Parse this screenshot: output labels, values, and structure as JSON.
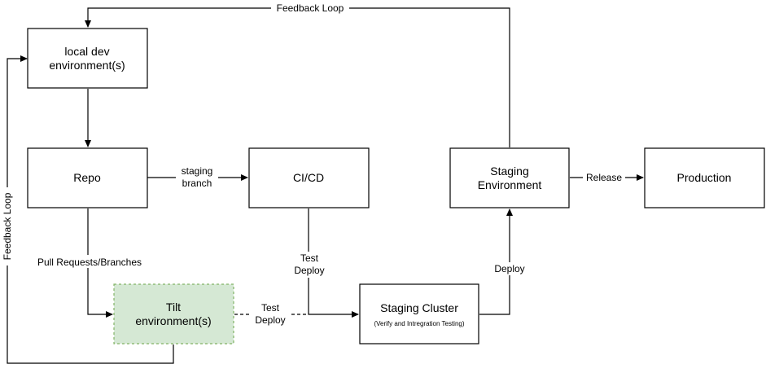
{
  "nodes": {
    "local_dev": [
      "local dev",
      "environment(s)"
    ],
    "repo": [
      "Repo"
    ],
    "cicd": [
      "CI/CD"
    ],
    "tilt": [
      "Tilt",
      "environment(s)"
    ],
    "staging_cluster": {
      "title": "Staging Cluster",
      "subtitle": "(Verify and Intregration Testing)"
    },
    "staging_env": [
      "Staging",
      "Environment"
    ],
    "production": [
      "Production"
    ]
  },
  "edges": {
    "feedback_top": "Feedback Loop",
    "feedback_left": "Feedback Loop",
    "staging_branch": [
      "staging",
      "branch"
    ],
    "pull_requests": "Pull Requests/Branches",
    "test_deploy_cicd": [
      "Test",
      "Deploy"
    ],
    "test_deploy_tilt": [
      "Test",
      "Deploy"
    ],
    "deploy": "Deploy",
    "release": "Release"
  },
  "colors": {
    "tilt_fill": "#d5e8d4",
    "tilt_stroke": "#82b366"
  }
}
